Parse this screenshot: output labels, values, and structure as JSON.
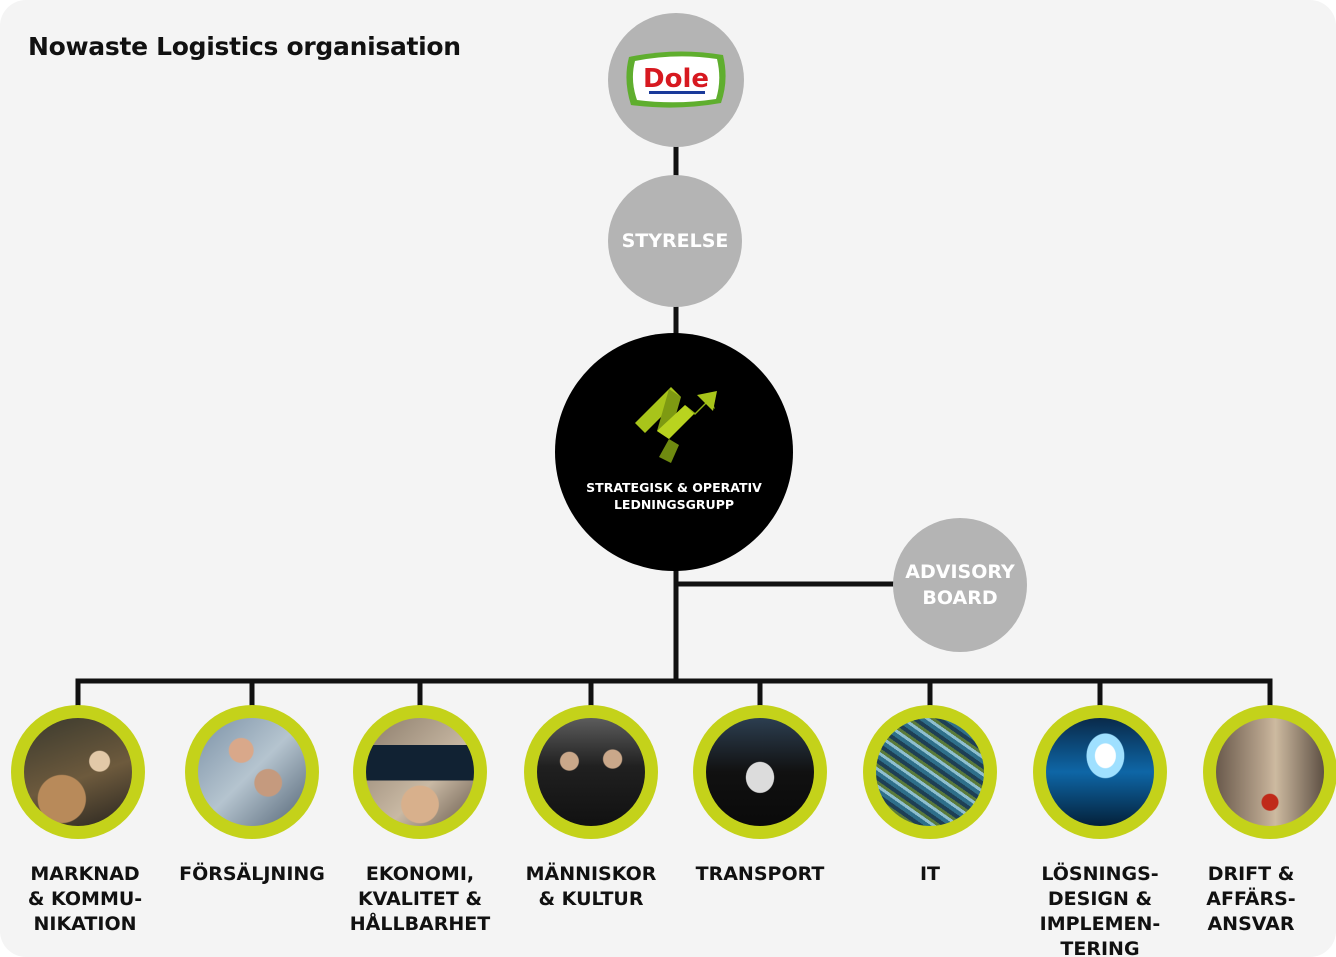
{
  "title": "Nowaste Logistics organisation",
  "top_logo": {
    "icon": "dole-logo",
    "text": "Dole"
  },
  "board": {
    "label": "STYRELSE"
  },
  "management": {
    "icon": "nowaste-n-logo",
    "label": "STRATEGISK & OPERATIV\nLEDNINGSGRUPP"
  },
  "advisory": {
    "label": "ADVISORY\nBOARD"
  },
  "departments": [
    {
      "label": "MARKNAD\n& KOMMU-\nNIKATION",
      "photo": "people-outdoors-photo"
    },
    {
      "label": "FÖRSÄLJNING",
      "photo": "handshake-photo"
    },
    {
      "label": "EKONOMI,\nKVALITET &\nHÅLLBARHET",
      "photo": "laptop-photo"
    },
    {
      "label": "MÄNNISKOR\n& KULTUR",
      "photo": "warehouse-people-photo"
    },
    {
      "label": "TRANSPORT",
      "photo": "truck-photo"
    },
    {
      "label": "IT",
      "photo": "network-cables-photo"
    },
    {
      "label": "LÖSNINGS-\nDESIGN  &\nIMPLEMEN-\nTERING",
      "photo": "digital-tunnel-photo"
    },
    {
      "label": "DRIFT &\nAFFÄRS-\nANSVAR",
      "photo": "forklift-aisle-photo"
    }
  ],
  "colors": {
    "accent_ring": "#c4d21a",
    "node_gray": "#b4b4b4",
    "line": "#111111",
    "management": "#000000",
    "background": "#f4f4f4"
  }
}
